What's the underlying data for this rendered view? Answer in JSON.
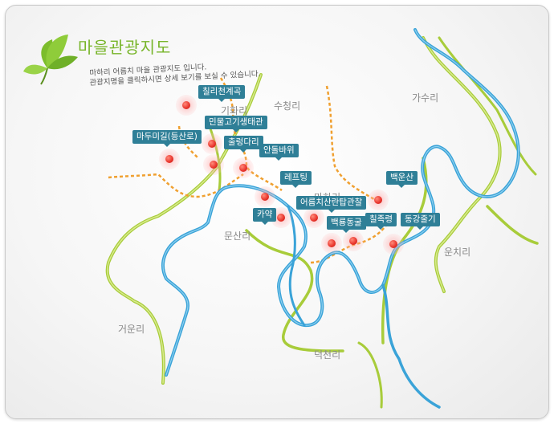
{
  "header": {
    "title": "마을관광지도",
    "desc_line1": "마하리 어름치 마을 관광지도 입니다.",
    "desc_line2": "관광지명을 클릭하시면 상세 보기를 보실 수 있습니다."
  },
  "regions": [
    "기화리",
    "수청리",
    "가수리",
    "마하리",
    "문산리",
    "운치리",
    "거운리",
    "덕천리"
  ],
  "attractions": [
    "칠리천계곡",
    "민물고기생태관",
    "마두미길(등산로)",
    "출렁다리",
    "안돌바위",
    "레프팅",
    "카약",
    "어름치산란탑관찰",
    "백룡동굴",
    "칠족령",
    "백운산",
    "동강줄기"
  ],
  "colors": {
    "river_blue": "#3aa3d8",
    "road_green": "#a8cc3a",
    "trail_orange": "#f0a030",
    "label_bg": "#2f7f97",
    "title_green": "#78b52a"
  }
}
